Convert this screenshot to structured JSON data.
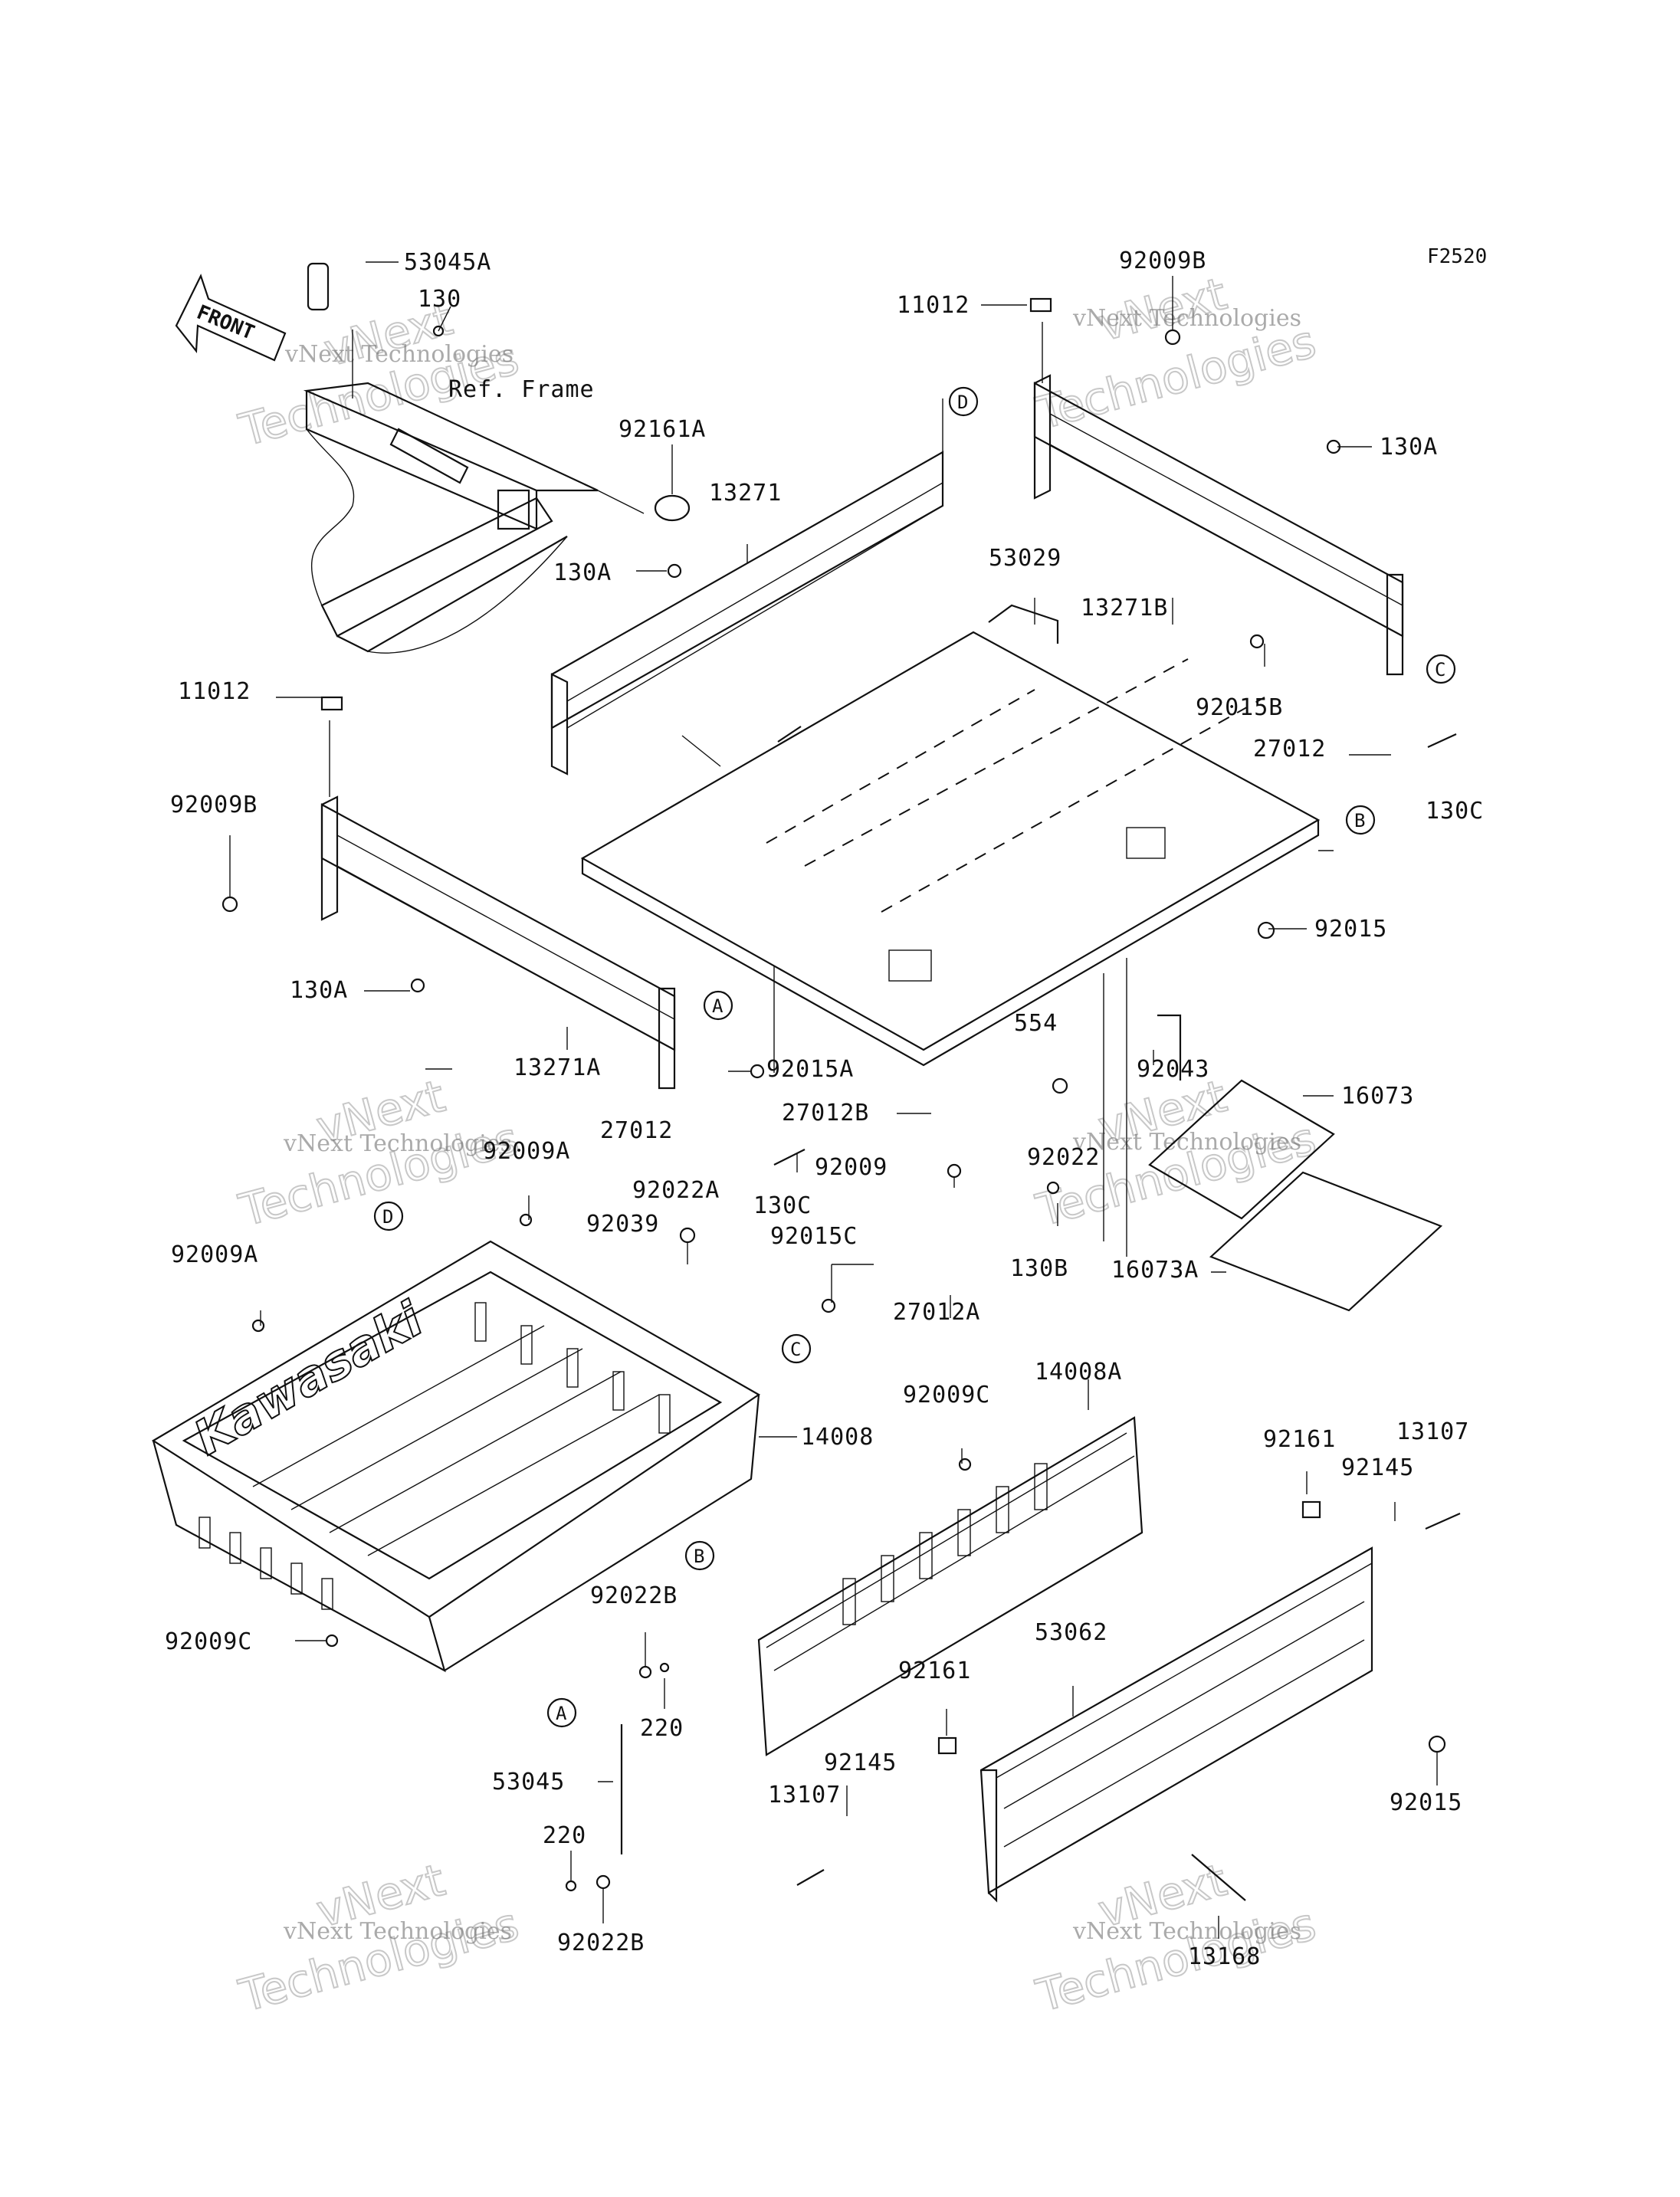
{
  "figure_code": "F2520",
  "front_arrow": "FRONT",
  "frame_label": "Ref. Frame",
  "brand_text": "Kawasaki",
  "watermark": {
    "line1": "vNext",
    "line2": "Technologies",
    "small": "vNext Technologies"
  },
  "callouts": [
    "A",
    "B",
    "C",
    "D"
  ],
  "parts": [
    "53045A",
    "130",
    "92161A",
    "13271",
    "130A",
    "11012",
    "92009B",
    "130A",
    "53029",
    "13271B",
    "92015B",
    "27012",
    "130C",
    "11012",
    "92009B",
    "92015",
    "130A",
    "13271A",
    "92015A",
    "27012",
    "27012B",
    "554",
    "92043",
    "16073",
    "92009A",
    "92022A",
    "92009",
    "130C",
    "92022",
    "92009A",
    "92039",
    "92015C",
    "130B",
    "16073A",
    "27012A",
    "14008",
    "92009C",
    "14008A",
    "92161",
    "13107",
    "92145",
    "92009C",
    "92022B",
    "220",
    "53062",
    "92161",
    "53045",
    "92145",
    "13107",
    "220",
    "92022B",
    "92015",
    "13168"
  ]
}
